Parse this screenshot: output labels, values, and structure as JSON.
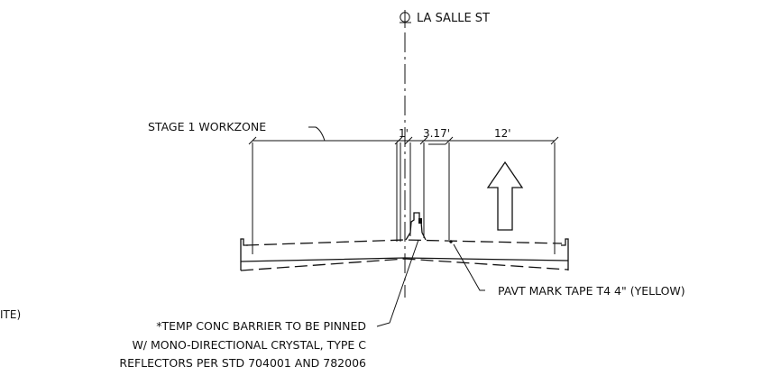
{
  "centerline_label": "LA SALLE ST",
  "labels": {
    "workzone": "STAGE 1 WORKZONE",
    "pavt_mark": "PAVT MARK TAPE T4 4\" (YELLOW)",
    "barrier_line1": "*TEMP CONC BARRIER TO BE PINNED",
    "barrier_line2": "W/ MONO-DIRECTIONAL CRYSTAL, TYPE C",
    "barrier_line3": "REFLECTORS PER STD 704001 AND 782006",
    "left_fragment": "ITE)"
  },
  "dimensions": {
    "barrier_width": "1'",
    "buffer_width": "3.17'",
    "lane_width": "12'"
  },
  "icons": {
    "centerline": "centerline-symbol",
    "direction": "up-arrow-icon"
  }
}
